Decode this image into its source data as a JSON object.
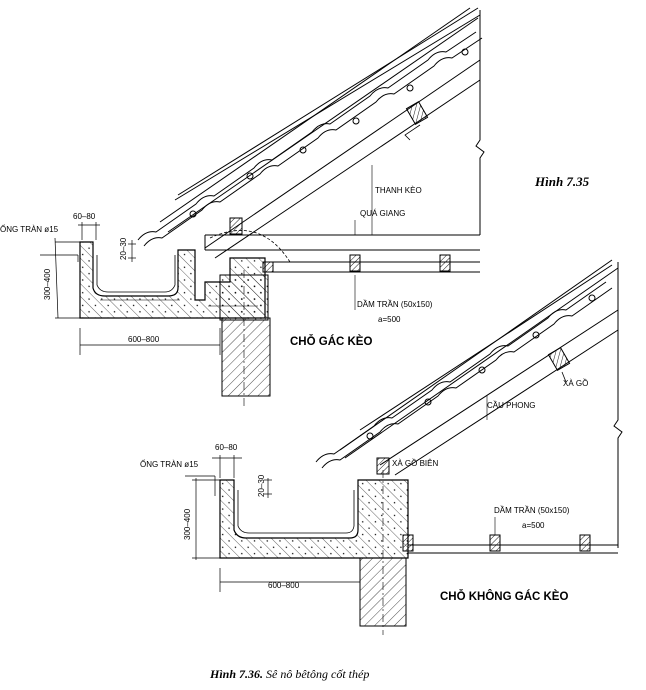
{
  "figure_number_top": "Hình 7.35",
  "caption": {
    "number": "Hình 7.36.",
    "text": " Sê nô bêtông cốt thép"
  },
  "detail_top": {
    "title": "CHỖ GÁC KÈO",
    "labels": {
      "gutter_pipe": "ỐNG TRÀN ø15",
      "dim_60_80": "60–80",
      "dim_20_30": "20–30",
      "dim_300_400": "300–400",
      "dim_600_800": "600–800",
      "rafter": "THANH KÈO",
      "cross_beam": "QUÁ GIANG",
      "ceiling_joist": "DẦM TRẦN (50x150)",
      "spacing": "a=500"
    }
  },
  "detail_bottom": {
    "title": "CHỖ KHÔNG GÁC KÈO",
    "labels": {
      "gutter_pipe": "ỐNG TRÀN ø15",
      "dim_60_80": "60–80",
      "dim_20_30": "20–30",
      "dim_300_400": "300–400",
      "dim_600_800": "600–800",
      "purlin": "XÀ GỒ",
      "common_rafter": "CẦU PHONG",
      "edge_purlin": "XÀ GỒ BIÊN",
      "ceiling_joist": "DẦM TRẦN (50x150)",
      "spacing": "a=500"
    }
  }
}
